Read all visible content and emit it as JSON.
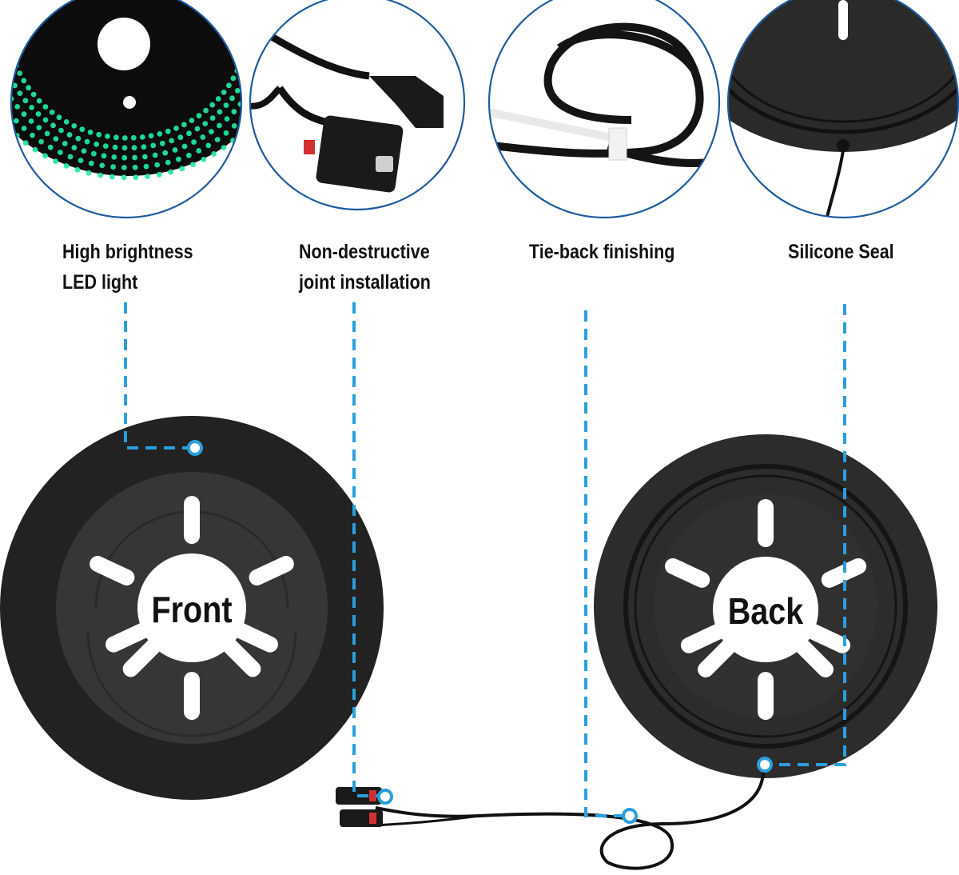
{
  "colors": {
    "accent": "#2b9fdc",
    "disc": "#2c2c2c",
    "disc_dark": "#161616",
    "callout_border": "#1e5a9e",
    "led_green": "#22e8a0",
    "led_blue": "#3a6cff"
  },
  "callouts": [
    {
      "id": "led",
      "line1": "High brightness",
      "line2": "LED light"
    },
    {
      "id": "joint",
      "line1": "Non-destructive",
      "line2": "joint installation"
    },
    {
      "id": "tieback",
      "line1": "Tie-back finishing",
      "line2": ""
    },
    {
      "id": "seal",
      "line1": "Silicone Seal",
      "line2": ""
    }
  ],
  "front_disc": {
    "label": "Front"
  },
  "back_disc": {
    "label": "Back"
  }
}
